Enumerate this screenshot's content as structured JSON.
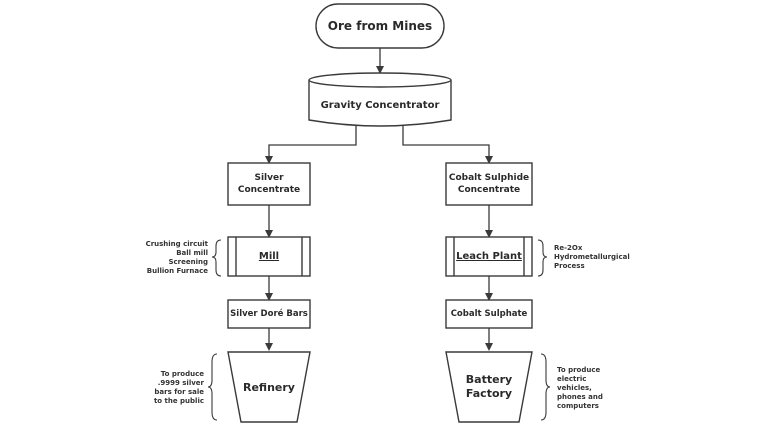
{
  "nodes": {
    "ore": "Ore from Mines",
    "gravity": "Gravity Concentrator",
    "silver_conc_1": "Silver",
    "silver_conc_2": "Concentrate",
    "cobalt_conc_1": "Cobalt Sulphide",
    "cobalt_conc_2": "Concentrate",
    "mill": "Mill",
    "leach": "Leach Plant",
    "silver_bars": "Silver Doré Bars",
    "cobalt_sulphate": "Cobalt Sulphate",
    "refinery": "Refinery",
    "battery_1": "Battery",
    "battery_2": "Factory"
  },
  "notes": {
    "mill_steps": [
      "Crushing circuit",
      "Ball mill",
      "Screening",
      "Bullion Furnace"
    ],
    "leach_process": [
      "Re-2Ox",
      "Hydrometallurgical",
      "Process"
    ],
    "refinery_note": [
      "To produce",
      ".9999 silver",
      "bars for sale",
      "to the public"
    ],
    "battery_note": [
      "To produce",
      "electric",
      "vehicles,",
      "phones and",
      "computers"
    ]
  },
  "colors": {
    "stroke": "#3a3a3a",
    "fill": "#ffffff",
    "text": "#2a2a2a"
  }
}
